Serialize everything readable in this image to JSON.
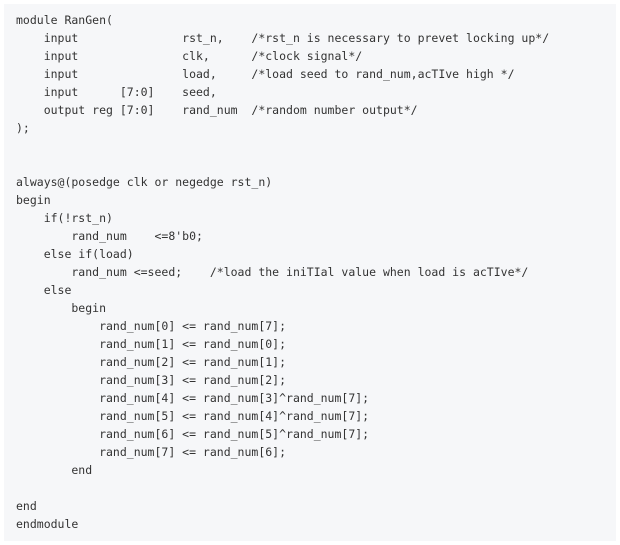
{
  "code": {
    "lines": [
      "module RanGen(",
      "    input               rst_n,    /*rst_n is necessary to prevet locking up*/",
      "    input               clk,      /*clock signal*/",
      "    input               load,     /*load seed to rand_num,acTIve high */",
      "    input      [7:0]    seed,",
      "    output reg [7:0]    rand_num  /*random number output*/",
      ");",
      "",
      "",
      "always@(posedge clk or negedge rst_n)",
      "begin",
      "    if(!rst_n)",
      "        rand_num    <=8'b0;",
      "    else if(load)",
      "        rand_num <=seed;    /*load the iniTIal value when load is acTIve*/",
      "    else",
      "        begin",
      "            rand_num[0] <= rand_num[7];",
      "            rand_num[1] <= rand_num[0];",
      "            rand_num[2] <= rand_num[1];",
      "            rand_num[3] <= rand_num[2];",
      "            rand_num[4] <= rand_num[3]^rand_num[7];",
      "            rand_num[5] <= rand_num[4]^rand_num[7];",
      "            rand_num[6] <= rand_num[5]^rand_num[7];",
      "            rand_num[7] <= rand_num[6];",
      "        end",
      "",
      "end",
      "endmodule"
    ]
  },
  "colors": {
    "background": "#f6f7f9",
    "text": "#333333",
    "underline": "#3c6fd1"
  }
}
